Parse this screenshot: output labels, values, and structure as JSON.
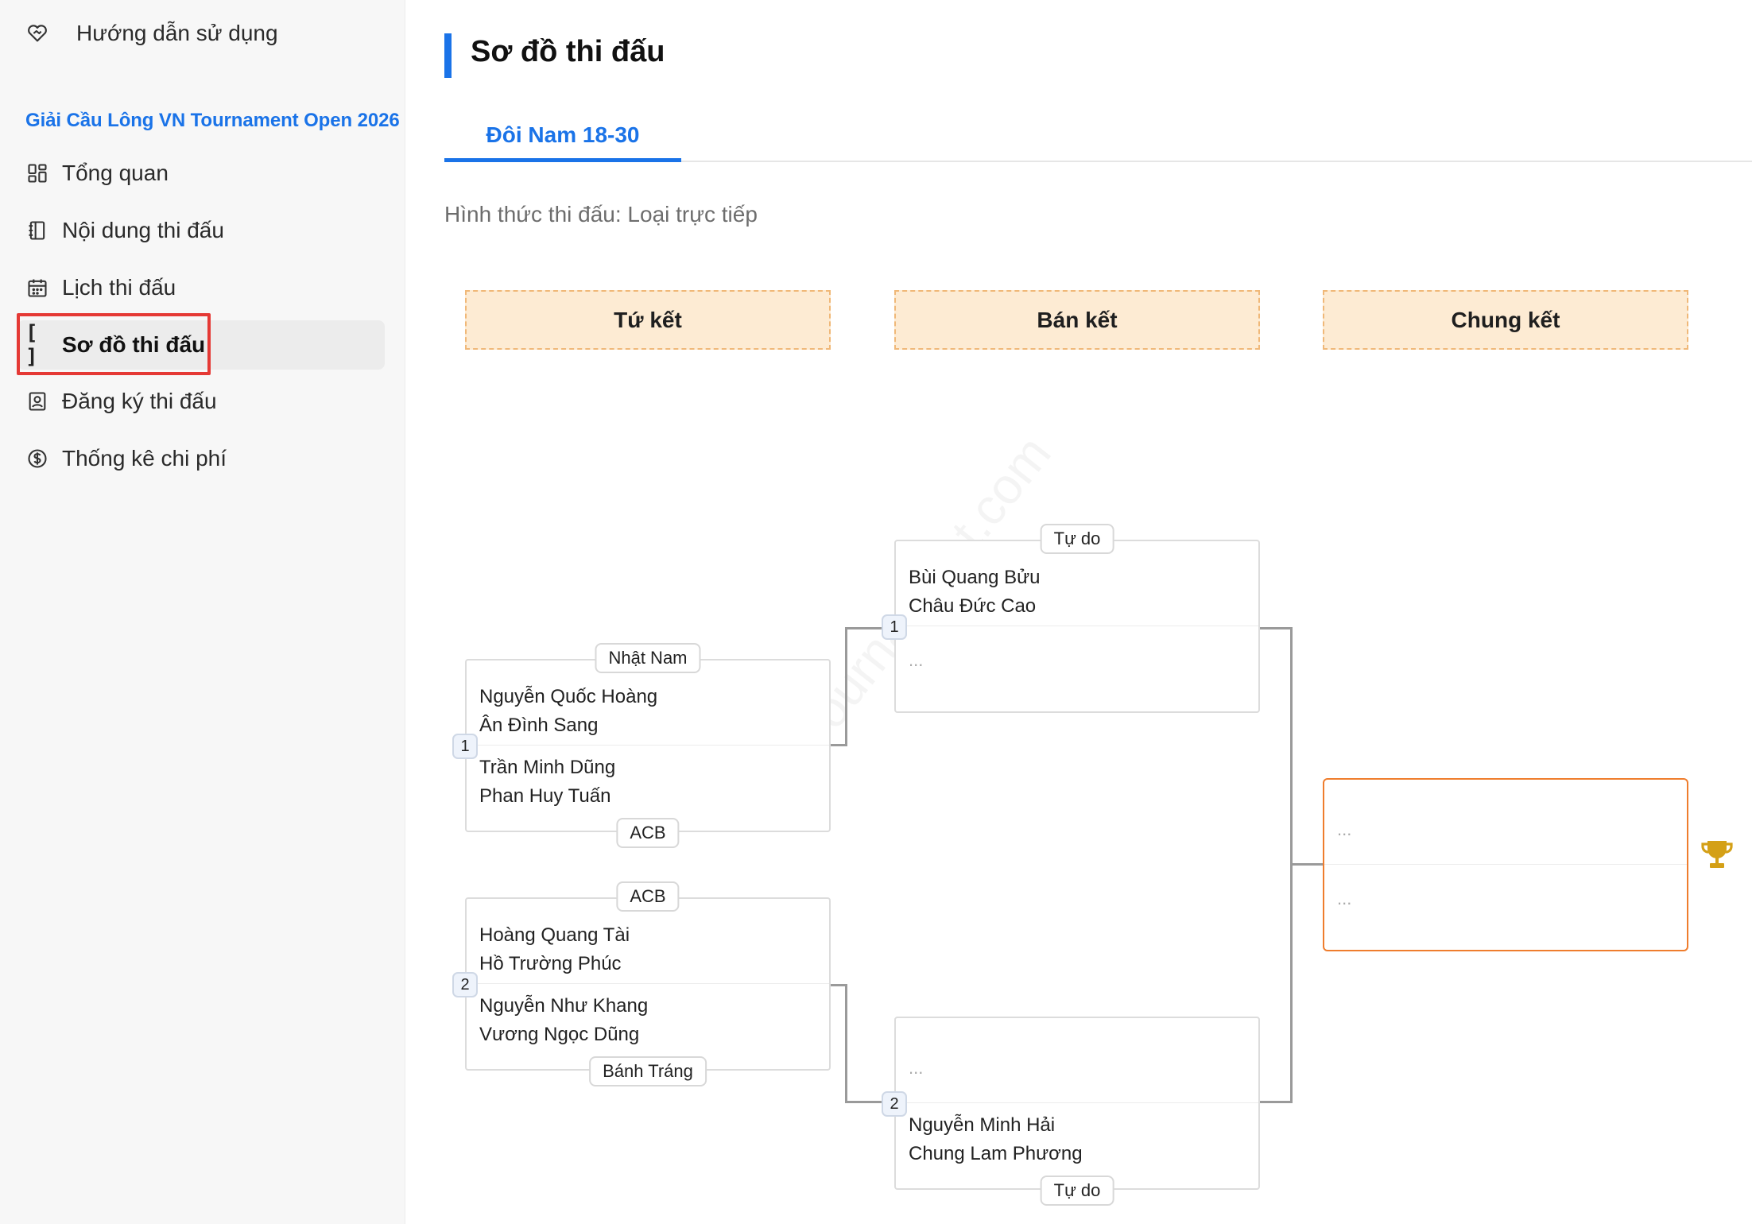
{
  "sidebar": {
    "guide_label": "Hướng dẫn sử dụng",
    "tournament_title": "Giải Cầu Lông VN Tournament Open 2026",
    "items": [
      {
        "label": "Tổng quan",
        "icon": "dashboard-icon"
      },
      {
        "label": "Nội dung thi đấu",
        "icon": "notebook-icon"
      },
      {
        "label": "Lịch thi đấu",
        "icon": "calendar-icon"
      },
      {
        "label": "Sơ đồ thi đấu",
        "icon": "bracket-icon",
        "active": true
      },
      {
        "label": "Đăng ký thi đấu",
        "icon": "registration-icon"
      },
      {
        "label": "Thống kê chi phí",
        "icon": "dollar-icon"
      }
    ]
  },
  "main": {
    "title": "Sơ đồ thi đấu",
    "tabs": [
      {
        "label": "Đôi Nam 18-30",
        "active": true
      }
    ],
    "format_text": "Hình thức thi đấu: Loại trực tiếp",
    "rounds": [
      "Tứ kết",
      "Bán kết",
      "Chung kết"
    ],
    "watermark": "VNTournament.com",
    "quarterfinals": [
      {
        "number": "1",
        "top_club": "Nhật Nam",
        "top_players": [
          "Nguyễn Quốc Hoàng",
          "Ân Đình Sang"
        ],
        "bottom_players": [
          "Trần Minh Dũng",
          "Phan Huy Tuấn"
        ],
        "bottom_club": "ACB"
      },
      {
        "number": "2",
        "top_club": "ACB",
        "top_players": [
          "Hoàng Quang Tài",
          "Hồ Trường Phúc"
        ],
        "bottom_players": [
          "Nguyễn Như Khang",
          "Vương Ngọc Dũng"
        ],
        "bottom_club": "Bánh Tráng"
      }
    ],
    "semifinals": [
      {
        "number": "1",
        "top_club": "Tự do",
        "top_players": [
          "Bùi Quang Bửu",
          "Châu Đức Cao"
        ],
        "bottom_placeholder": "..."
      },
      {
        "number": "2",
        "top_placeholder": "...",
        "bottom_players": [
          "Nguyễn Minh Hải",
          "Chung Lam Phương"
        ],
        "bottom_club": "Tự do"
      }
    ],
    "final": {
      "top_placeholder": "...",
      "bottom_placeholder": "..."
    },
    "colors": {
      "accent": "#1a73e8",
      "round_header_bg": "#fdebd3",
      "final_border": "#ef7d2d",
      "trophy": "#d4a017",
      "highlight": "#e53935"
    }
  }
}
